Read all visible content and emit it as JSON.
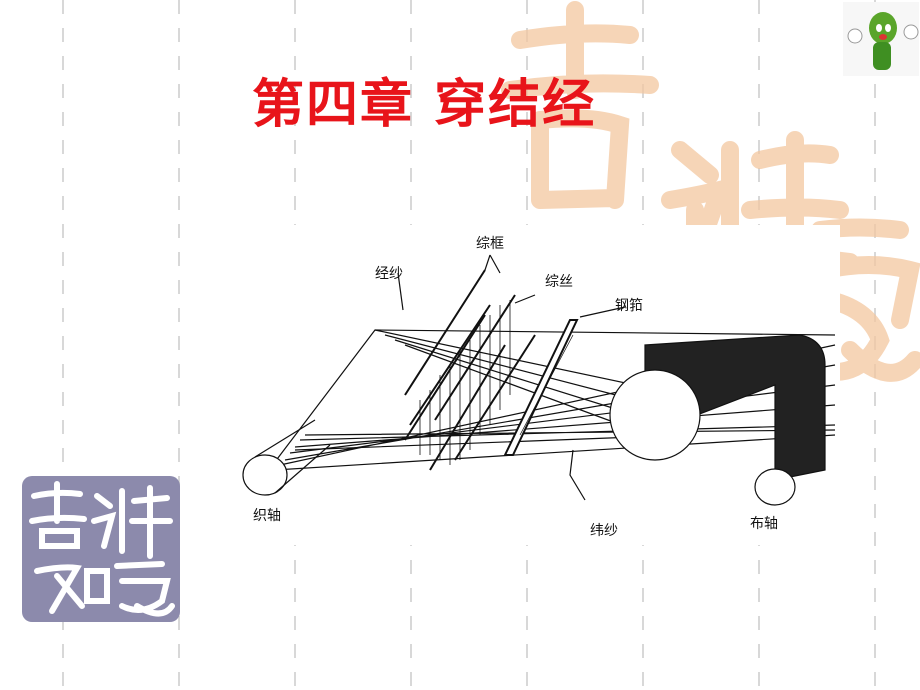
{
  "slide": {
    "title": "第四章 穿结经",
    "watermark": "吉祥意",
    "seal_text": "吉祥如意"
  },
  "diagram": {
    "labels": {
      "warp_yarn": "经纱",
      "heddle_frame": "综框",
      "heddle": "综丝",
      "reed": "钢筘",
      "warp_beam": "织轴",
      "weft_yarn": "纬纱",
      "cloth_beam": "布轴"
    }
  }
}
